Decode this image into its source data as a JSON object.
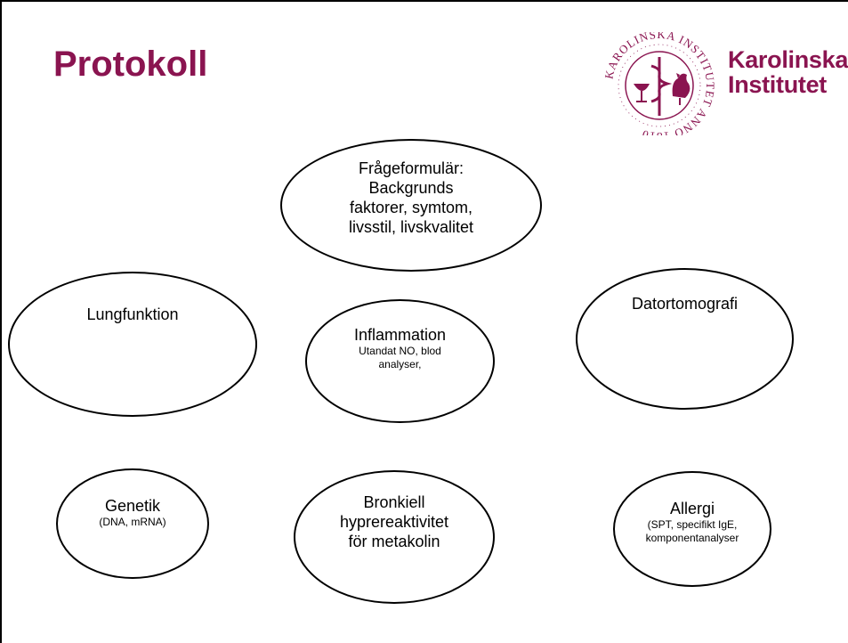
{
  "slide": {
    "title": "Protokoll",
    "logo": {
      "line1": "Karolinska",
      "line2": "Institutet",
      "seal_text": "KAROLINSKA INSTITUTET ANNO 1810",
      "color": "#8a1450"
    }
  },
  "nodes": {
    "questionnaire": {
      "lines": [
        "Frågeformulär:",
        "Backgrunds",
        "faktorer, symtom,",
        "livsstil, livskvalitet"
      ]
    },
    "lung_function": {
      "label": "Lungfunktion"
    },
    "inflammation": {
      "label": "Inflammation",
      "sub_lines": [
        "Utandat NO, blod",
        "analyser,"
      ]
    },
    "ct": {
      "label": "Datortomografi"
    },
    "genetics": {
      "label": "Genetik",
      "sub": "(DNA, mRNA)"
    },
    "bronchial": {
      "lines": [
        "Bronkiell",
        "hyprereaktivitet",
        "för metakolin"
      ]
    },
    "allergy": {
      "label": "Allergi",
      "sub_lines": [
        "(SPT, specifikt IgE,",
        "komponentanalyser"
      ]
    }
  }
}
